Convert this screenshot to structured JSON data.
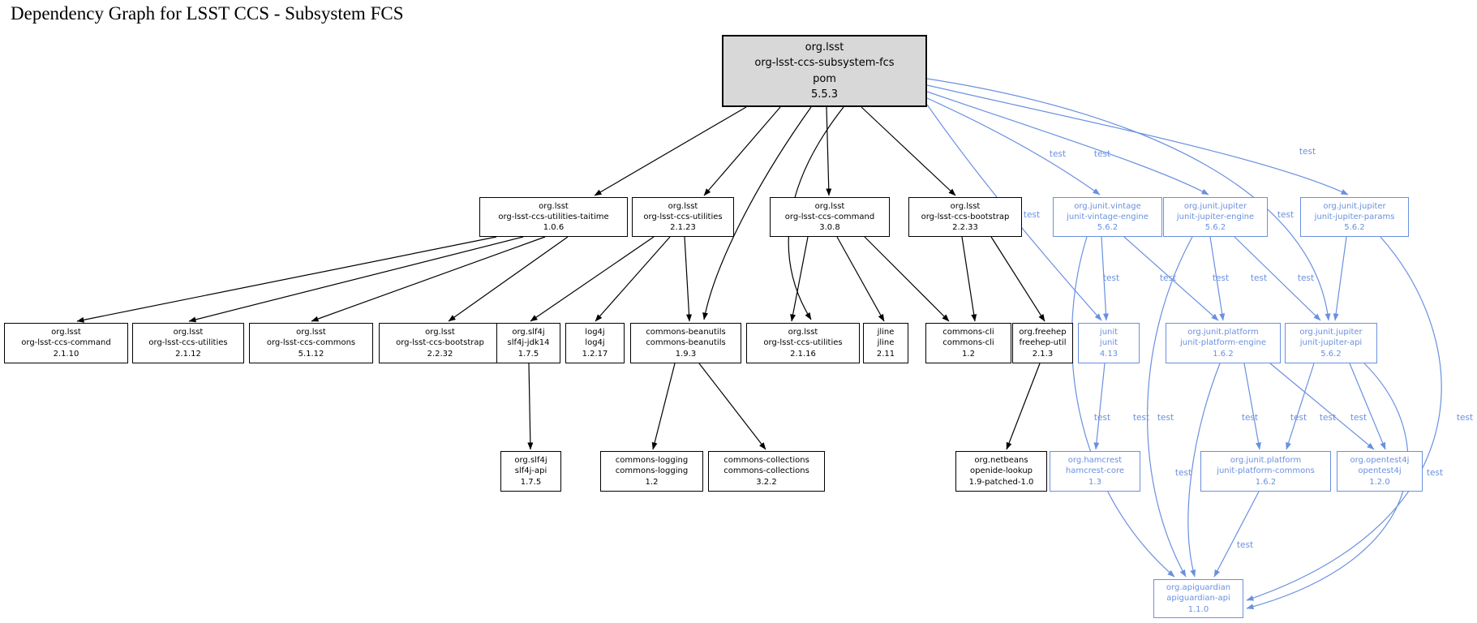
{
  "title": "Dependency Graph for LSST CCS - Subsystem FCS",
  "edge_scope_label": "test",
  "colors": {
    "test_accent": "#6a90e0",
    "root_fill": "#d8d8d8",
    "compile_edge": "#000000"
  },
  "nodes": {
    "root": {
      "group": "org.lsst",
      "artifact": "org-lsst-ccs-subsystem-fcs",
      "packaging": "pom",
      "version": "5.5.3"
    },
    "taitime": {
      "group": "org.lsst",
      "artifact": "org-lsst-ccs-utilities-taitime",
      "version": "1.0.6"
    },
    "utilities223": {
      "group": "org.lsst",
      "artifact": "org-lsst-ccs-utilities",
      "version": "2.1.23"
    },
    "command308": {
      "group": "org.lsst",
      "artifact": "org-lsst-ccs-command",
      "version": "3.0.8"
    },
    "bootstrap2233": {
      "group": "org.lsst",
      "artifact": "org-lsst-ccs-bootstrap",
      "version": "2.2.33"
    },
    "vintageEngine": {
      "group": "org.junit.vintage",
      "artifact": "junit-vintage-engine",
      "version": "5.6.2"
    },
    "jupiterEngine": {
      "group": "org.junit.jupiter",
      "artifact": "junit-jupiter-engine",
      "version": "5.6.2"
    },
    "jupiterParams": {
      "group": "org.junit.jupiter",
      "artifact": "junit-jupiter-params",
      "version": "5.6.2"
    },
    "command2110": {
      "group": "org.lsst",
      "artifact": "org-lsst-ccs-command",
      "version": "2.1.10"
    },
    "utilities2112": {
      "group": "org.lsst",
      "artifact": "org-lsst-ccs-utilities",
      "version": "2.1.12"
    },
    "commons5112": {
      "group": "org.lsst",
      "artifact": "org-lsst-ccs-commons",
      "version": "5.1.12"
    },
    "bootstrap2232": {
      "group": "org.lsst",
      "artifact": "org-lsst-ccs-bootstrap",
      "version": "2.2.32"
    },
    "slf4jJdk14": {
      "group": "org.slf4j",
      "artifact": "slf4j-jdk14",
      "version": "1.7.5"
    },
    "log4j": {
      "group": "log4j",
      "artifact": "log4j",
      "version": "1.2.17"
    },
    "beanutils": {
      "group": "commons-beanutils",
      "artifact": "commons-beanutils",
      "version": "1.9.3"
    },
    "utilities2116": {
      "group": "org.lsst",
      "artifact": "org-lsst-ccs-utilities",
      "version": "2.1.16"
    },
    "jline": {
      "group": "jline",
      "artifact": "jline",
      "version": "2.11"
    },
    "commonsCli": {
      "group": "commons-cli",
      "artifact": "commons-cli",
      "version": "1.2"
    },
    "freehepUtil": {
      "group": "org.freehep",
      "artifact": "freehep-util",
      "version": "2.1.3"
    },
    "junit413": {
      "group": "junit",
      "artifact": "junit",
      "version": "4.13"
    },
    "platformEngine": {
      "group": "org.junit.platform",
      "artifact": "junit-platform-engine",
      "version": "1.6.2"
    },
    "jupiterApi": {
      "group": "org.junit.jupiter",
      "artifact": "junit-jupiter-api",
      "version": "5.6.2"
    },
    "slf4jApi": {
      "group": "org.slf4j",
      "artifact": "slf4j-api",
      "version": "1.7.5"
    },
    "commonsLogging": {
      "group": "commons-logging",
      "artifact": "commons-logging",
      "version": "1.2"
    },
    "commonsCollections": {
      "group": "commons-collections",
      "artifact": "commons-collections",
      "version": "3.2.2"
    },
    "openideLookup": {
      "group": "org.netbeans",
      "artifact": "openide-lookup",
      "version": "1.9-patched-1.0"
    },
    "hamcrestCore": {
      "group": "org.hamcrest",
      "artifact": "hamcrest-core",
      "version": "1.3"
    },
    "platformCommons": {
      "group": "org.junit.platform",
      "artifact": "junit-platform-commons",
      "version": "1.6.2"
    },
    "opentest4j": {
      "group": "org.opentest4j",
      "artifact": "opentest4j",
      "version": "1.2.0"
    },
    "apiguardianApi": {
      "group": "org.apiguardian",
      "artifact": "apiguardian-api",
      "version": "1.1.0"
    }
  }
}
